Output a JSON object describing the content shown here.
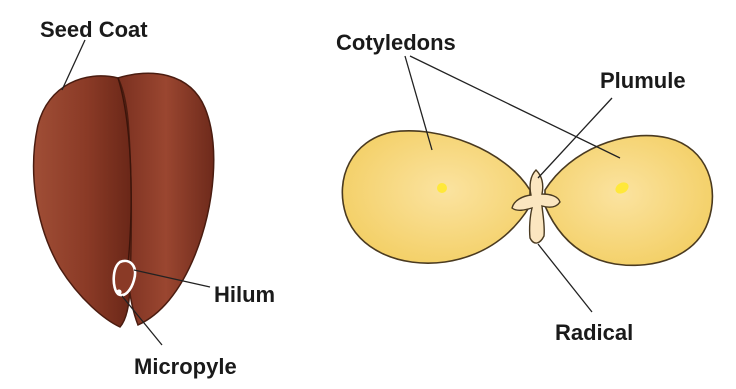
{
  "labels": {
    "seed_coat": "Seed Coat",
    "hilum": "Hilum",
    "micropyle": "Micropyle",
    "cotyledons": "Cotyledons",
    "plumule": "Plumule",
    "radical": "Radical"
  },
  "colors": {
    "seed_dark": "#6e2a1b",
    "seed_mid": "#8e3b27",
    "seed_light": "#b05a40",
    "cotyledon_fill": "#f7d77a",
    "cotyledon_light": "#fbe9ae",
    "cotyledon_stroke": "#4a3a20",
    "embryo_axis": "#fbe6c0",
    "spot": "#ffe83a"
  }
}
